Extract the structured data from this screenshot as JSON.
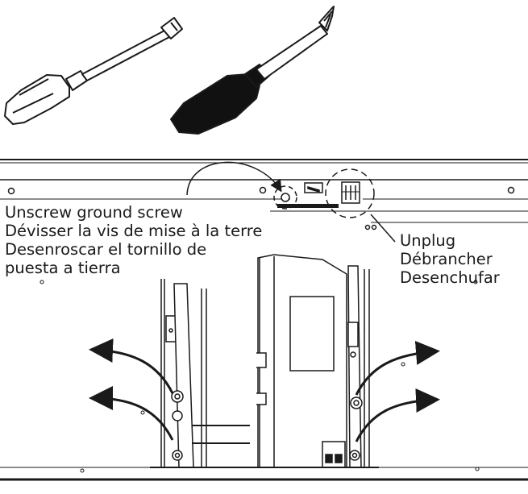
{
  "diagram": {
    "ground_screw_instruction": {
      "en": "Unscrew ground screw",
      "fr": "Dévisser la vis de mise à la terre",
      "es_line1": "Desenroscar el tornillo de",
      "es_line2": "puesta a tierra"
    },
    "unplug_instruction": {
      "en": "Unplug",
      "fr": "Débrancher",
      "es": "Desenchufar"
    },
    "colors": {
      "line": "#1a1a1a",
      "fill_dark": "#111111",
      "background": "#ffffff"
    },
    "icons": [
      "nut-driver-icon",
      "phillips-screwdriver-icon"
    ]
  }
}
